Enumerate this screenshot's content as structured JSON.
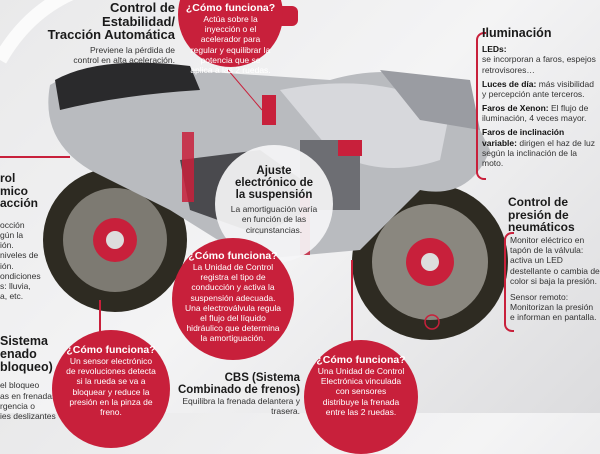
{
  "stability": {
    "title_lines": [
      "Control de",
      "Estabilidad/",
      "Tracción Automática"
    ],
    "desc": "Previene la pérdida de control en alta aceleración."
  },
  "stability_how": {
    "question": "¿Cómo funciona?",
    "body": "Actúa sobre la inyección o el acelerador para regular y equilibrar la potencia que se aplica a las 2 ruedas."
  },
  "lighting": {
    "title": "Iluminación",
    "items": [
      {
        "label": "LEDs:",
        "text": "se incorporan a faros, espejos retrovisores…"
      },
      {
        "label": "Luces de día:",
        "text": "más visibilidad y percepción ante terceros."
      },
      {
        "label": "Faros de Xenon:",
        "text": "El flujo de iluminación, 4 veces mayor."
      },
      {
        "label": "Faros de inclinación variable:",
        "text": "dirigen el haz de luz según la inclinación de la moto."
      }
    ]
  },
  "tire_pressure": {
    "title_lines": [
      "Control de",
      "presión de",
      "neumáticos"
    ],
    "items": [
      "Monitor eléctrico en tapón de la válvula: activa un LED destellante o cambia de color si baja la presión.",
      "Sensor remoto: Monitorizan la presión e informan en pantalla."
    ]
  },
  "traction_left": {
    "title_lines": [
      "rol",
      "mico",
      "acción"
    ],
    "desc_lines": [
      "occión",
      "gún la",
      "ión.",
      "niveles de",
      "ión.",
      "ondiciones",
      "s: lluvia,",
      "a, etc."
    ]
  },
  "suspension": {
    "title_lines": [
      "Ajuste",
      "electrónico de",
      "la suspensión"
    ],
    "desc": "La amortiguación varía en función de las circunstancias."
  },
  "suspension_how": {
    "question": "¿Cómo funciona?",
    "body": "La Unidad de Control registra el tipo de conducción y activa la suspensión adecuada. Una electroválvula regula el flujo del líquido hidráulico que determina la amortiguación."
  },
  "abs": {
    "title_lines": [
      "Sistema",
      "enado",
      "bloqueo)"
    ],
    "desc_lines": [
      "el bloqueo",
      "as en frenadas",
      "rgencia o",
      "ies deslizantes"
    ]
  },
  "abs_how": {
    "question": "¿Cómo funciona?",
    "body": "Un sensor electrónico de revoluciones detecta si la rueda se va a bloquear y reduce la presión en la pinza de freno."
  },
  "cbs": {
    "title_lines": [
      "CBS (Sistema",
      "Combinado de frenos)"
    ],
    "desc": "Equilibra la frenada delantera y trasera."
  },
  "cbs_how": {
    "question": "¿Cómo funciona?",
    "body": "Una Unidad de Control Electrónica vinculada con sensores distribuye la frenada entre las 2 ruedas."
  },
  "colors": {
    "accent": "#c8203b"
  }
}
